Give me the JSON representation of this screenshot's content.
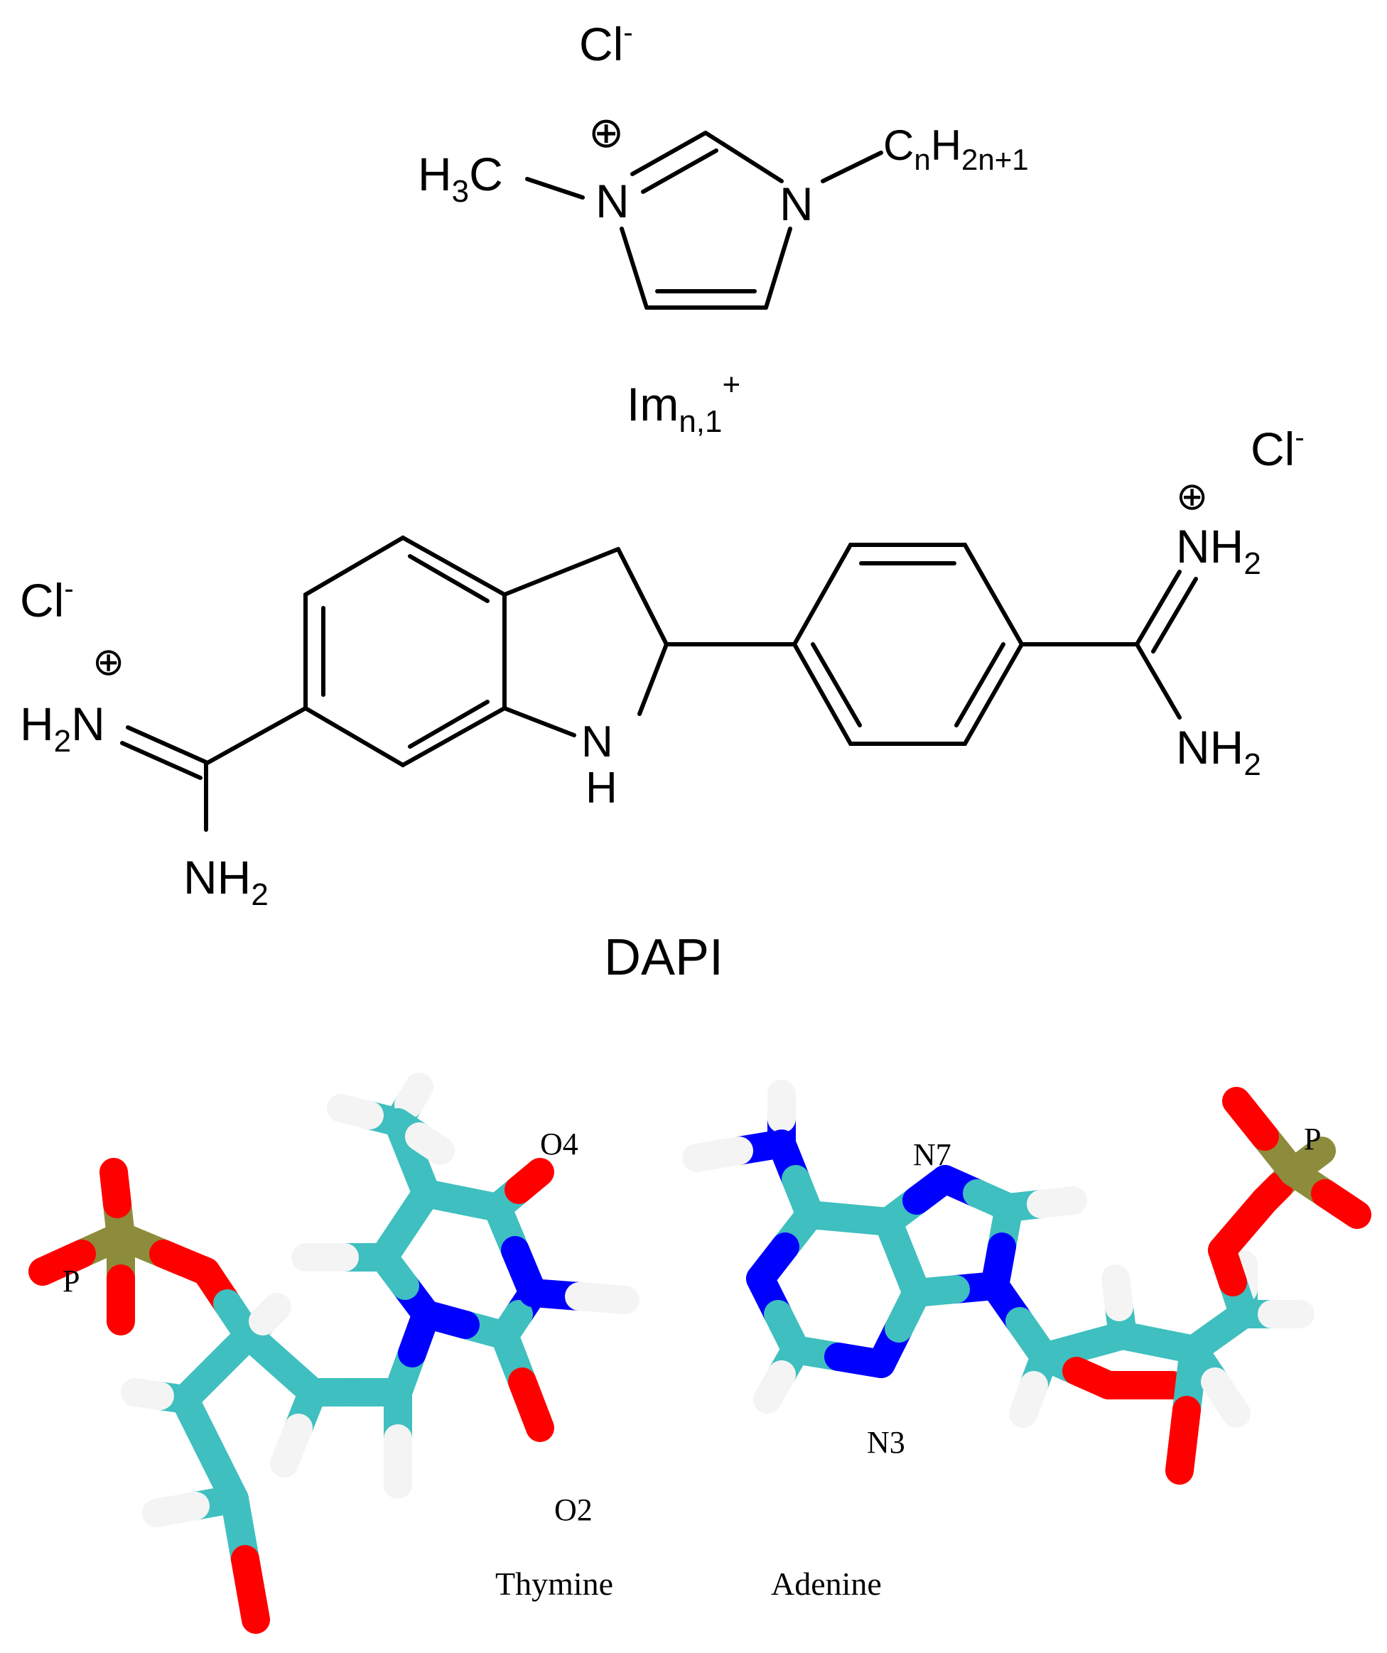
{
  "imidazolium": {
    "anion": "Cl",
    "anion_charge": "-",
    "methyl_H": "H",
    "methyl_sub": "3",
    "methyl_C": "C",
    "n_left": "N",
    "n_right": "N",
    "charge": "⊕",
    "chain_C": "C",
    "chain_n": "n",
    "chain_H": "H",
    "chain_sub": "2n+1",
    "label_main": "Im",
    "label_sub": "n,1",
    "label_sup": "+"
  },
  "dapi": {
    "anion_left": "Cl",
    "anion_left_charge": "-",
    "anion_right": "Cl",
    "anion_right_charge": "-",
    "charge_left": "⊕",
    "charge_right": "⊕",
    "left_iminium_H2": "H",
    "left_iminium_sub": "2",
    "left_iminium_N": "N",
    "left_amine_N": "NH",
    "left_amine_sub": "2",
    "ring_NH_N": "N",
    "ring_NH_H": "H",
    "right_iminium_N": "NH",
    "right_iminium_sub": "2",
    "right_amine_N": "NH",
    "right_amine_sub": "2",
    "label": "DAPI"
  },
  "model": {
    "atom_colors": {
      "carbon": "#3fbfbf",
      "nitrogen": "#0000ff",
      "oxygen": "#ff0000",
      "hydrogen": "#f4f4f4",
      "phosphorus": "#8c8c3c"
    },
    "thymine": {
      "P": "P",
      "O4": "O4",
      "O2": "O2",
      "label": "Thymine"
    },
    "adenine": {
      "P": "P",
      "N7": "N7",
      "N3": "N3",
      "label": "Adenine"
    }
  }
}
